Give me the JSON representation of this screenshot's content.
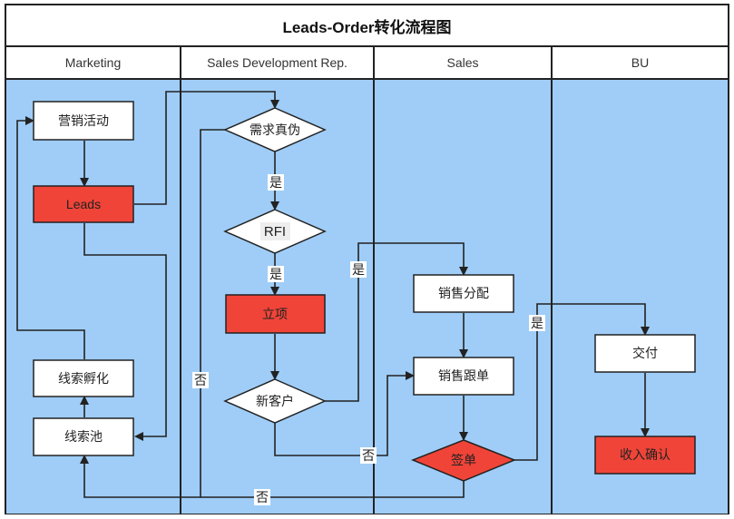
{
  "title": "Leads-Order转化流程图",
  "lanes": [
    "Marketing",
    "Sales Development Rep.",
    "Sales",
    "BU"
  ],
  "nodes": {
    "yingxiao": "营销活动",
    "leads": "Leads",
    "fuhua": "线索孵化",
    "xiansuochi": "线索池",
    "xuqiu": "需求真伪",
    "rfi": "RFI",
    "lixiang": "立项",
    "xinkehu": "新客户",
    "fenpei": "销售分配",
    "gendan": "销售跟单",
    "qiandan": "签单",
    "jiaofu": "交付",
    "shouru": "收入确认"
  },
  "edge_labels": {
    "yes1": "是",
    "yes2": "是",
    "yes3": "是",
    "yes4": "是",
    "no1": "否",
    "no2": "否",
    "no3": "否"
  },
  "colors": {
    "lane_bg": "#9fcdf7",
    "highlight": "#f04438",
    "node_bg": "#ffffff",
    "stroke": "#222222"
  }
}
